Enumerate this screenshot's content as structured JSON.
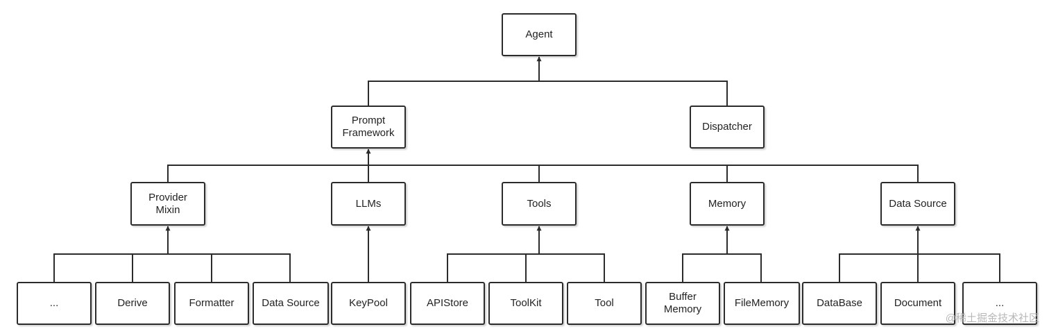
{
  "nodes": {
    "agent": "Agent",
    "prompt_framework": "Prompt\nFramework",
    "dispatcher": "Dispatcher",
    "provider_mixin": "Provider\nMixin",
    "llms": "LLMs",
    "tools": "Tools",
    "memory": "Memory",
    "data_source": "Data Source",
    "pm_etc": "...",
    "derive": "Derive",
    "formatter": "Formatter",
    "pm_data_source": "Data Source",
    "keypool": "KeyPool",
    "apistore": "APIStore",
    "toolkit": "ToolKit",
    "tool": "Tool",
    "buffer_memory": "Buffer\nMemory",
    "filememory": "FileMemory",
    "database": "DataBase",
    "document": "Document",
    "ds_etc": "..."
  },
  "watermark": "@稀土掘金技术社区",
  "colors": {
    "line": "#2b2b2b",
    "border": "#2b2b2b",
    "text": "#222222"
  }
}
